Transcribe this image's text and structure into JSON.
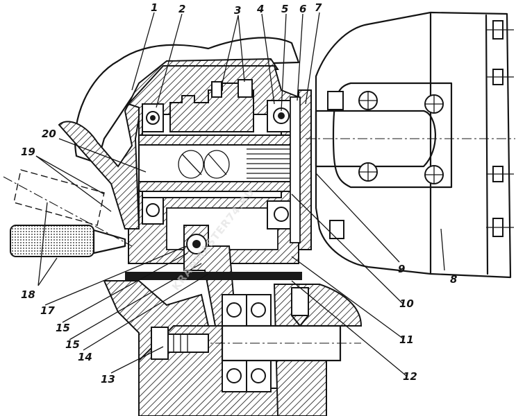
{
  "callouts": {
    "c1": "1",
    "c2": "2",
    "c3": "3",
    "c4": "4",
    "c5": "5",
    "c6": "6",
    "c7": "7",
    "c8": "8",
    "c9": "9",
    "c10": "10",
    "c11": "11",
    "c12": "12",
    "c13": "13",
    "c14": "14",
    "c15a": "15",
    "c15b": "15",
    "c17": "17",
    "c18": "18",
    "c19": "19",
    "c20": "20"
  },
  "watermark": "KRANMASTER74.RU",
  "colors": {
    "ink": "#141414",
    "paper": "#ffffff",
    "watermark": "#d8d8d8"
  }
}
